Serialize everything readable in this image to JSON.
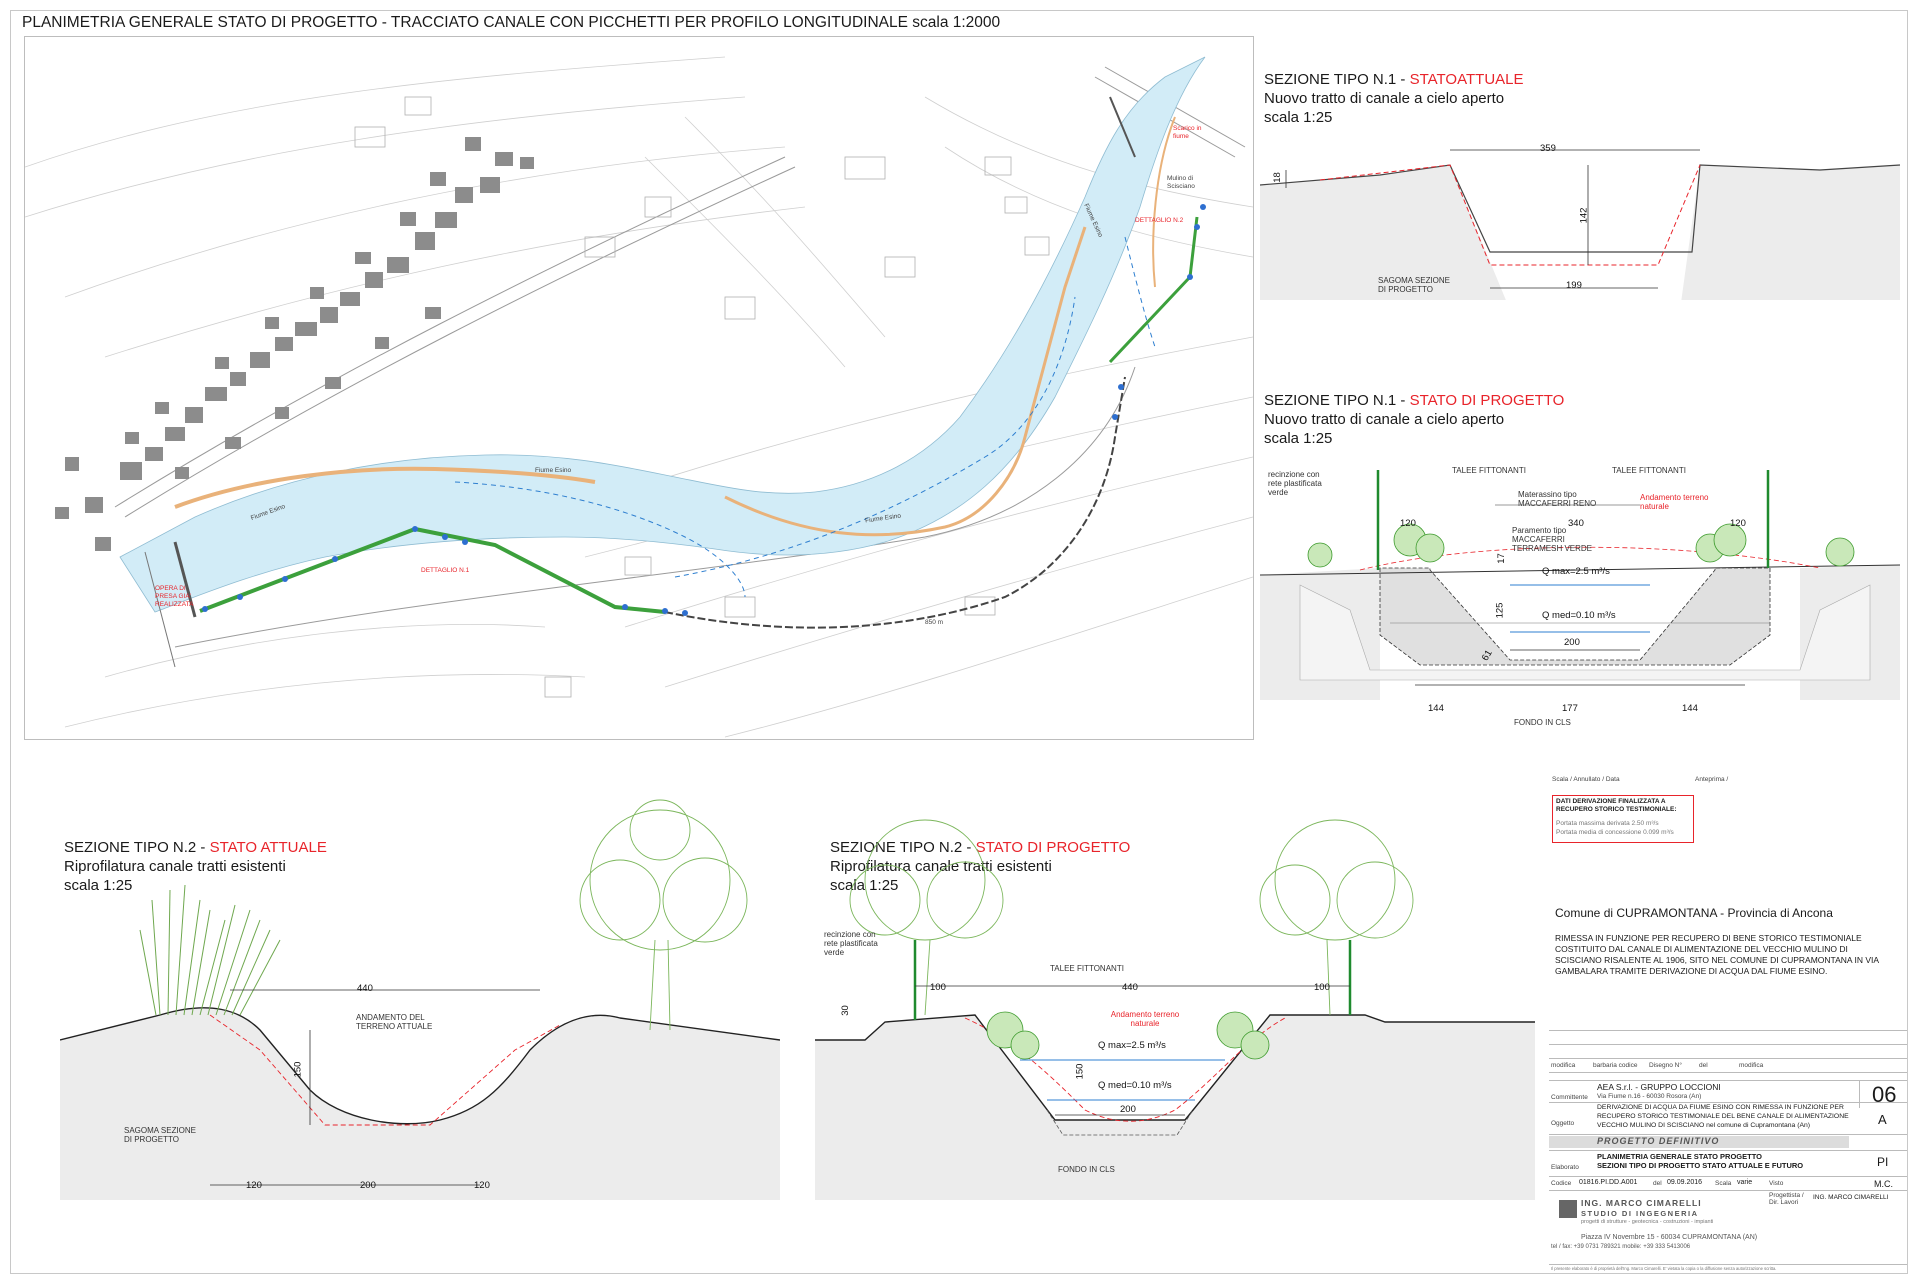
{
  "sheet": {
    "title": "PLANIMETRIA GENERALE STATO DI PROGETTO - TRACCIATO CANALE CON PICCHETTI PER PROFILO LONGITUDINALE scala 1:2000"
  },
  "plan": {
    "labels": {
      "river1": "Fiume Esino",
      "river2": "Fiume Esino",
      "river3": "Fiume Esino",
      "river4": "Fiume Esino",
      "intake": "OPERA DI PRESA GIA' REALIZZATA",
      "detail1": "DETTAGLIO N.1",
      "detail2": "DETTAGLIO N.2",
      "mill": "Mulino di Scisciano",
      "outlet": "Scarico in fiume",
      "length": "850 m"
    }
  },
  "sec1_actual": {
    "title_a": "SEZIONE TIPO N.1 - ",
    "title_b": "STATOATTUALE",
    "line2": "Nuovo tratto di canale a cielo aperto",
    "line3": "scala 1:25",
    "dim_top": "359",
    "dim_depth": "142",
    "dim_bottom": "199",
    "dim_left": "18",
    "note": "SAGOMA SEZIONE DI PROGETTO"
  },
  "sec1_project": {
    "title_a": "SEZIONE TIPO N.1 - ",
    "title_b": "STATO DI PROGETTO",
    "line2": "Nuovo tratto di canale a cielo aperto",
    "line3": "scala 1:25",
    "fence": "recinzione con rete plastificata verde",
    "talee_l": "TALEE FITTONANTI",
    "talee_r": "TALEE FITTONANTI",
    "mattress": "Materassino tipo MACCAFERRI RENO",
    "paramento": "Paramento tipo MACCAFERRI TERRAMESH VERDE",
    "terrain": "Andamento terreno naturale",
    "dim_120l": "120",
    "dim_340": "340",
    "dim_120r": "120",
    "dim_17": "17",
    "dim_125": "125",
    "dim_61": "61",
    "dim_200": "200",
    "qmax": "Q max=2.5 m³/s",
    "qmed": "Q med=0.10 m³/s",
    "dim_144l": "144",
    "dim_177": "177",
    "dim_144r": "144",
    "bottom": "FONDO IN CLS"
  },
  "sec2_actual": {
    "title_a": "SEZIONE TIPO N.2 - ",
    "title_b": "STATO ATTUALE",
    "line2": "Riprofilatura canale tratti esistenti",
    "line3": "scala 1:25",
    "dim_440": "440",
    "dim_150": "150",
    "dim_120l": "120",
    "dim_200": "200",
    "dim_120r": "120",
    "terrain": "ANDAMENTO DEL TERRENO ATTUALE",
    "project": "SAGOMA SEZIONE DI PROGETTO"
  },
  "sec2_project": {
    "title_a": "SEZIONE TIPO N.2 - ",
    "title_b": "STATO DI PROGETTO",
    "line2": "Riprofilatura canale tratti esistenti",
    "line3": "scala 1:25",
    "fence": "recinzione con rete plastificata verde",
    "talee": "TALEE FITTONANTI",
    "terrain": "Andamento terreno naturale",
    "dim_100l": "100",
    "dim_440": "440",
    "dim_100r": "100",
    "dim_30": "30",
    "dim_150": "150",
    "dim_200": "200",
    "qmax": "Q max=2.5 m³/s",
    "qmed": "Q med=0.10 m³/s",
    "bottom": "FONDO IN CLS"
  },
  "derivation": {
    "title": "DATI DERIVAZIONE FINALIZZATA A RECUPERO STORICO TESTIMONIALE:",
    "row1": "Portata massima derivata   2.50 m³/s",
    "row2": "Portata media di concessione   0.099 m³/s",
    "stamp_l": "Scala / Annullato / Data",
    "stamp_r": "Anteprima /"
  },
  "municipality": {
    "name": "Comune di CUPRAMONTANA - Provincia di Ancona",
    "desc1": "RIMESSA IN FUNZIONE PER RECUPERO DI BENE STORICO TESTIMONIALE",
    "desc2": "COSTITUITO DAL CANALE DI ALIMENTAZIONE DEL VECCHIO MULINO DI",
    "desc3": "SCISCIANO RISALENTE AL 1906, SITO NEL COMUNE DI CUPRAMONTANA IN VIA",
    "desc4": "GAMBALARA TRAMITE DERIVAZIONE DI ACQUA DAL FIUME ESINO."
  },
  "titleblock": {
    "rev_headers": [
      "modifica",
      "barbaria codice",
      "Disegno N°",
      "del",
      "modifica"
    ],
    "client_label": "Committente",
    "client": "AEA S.r.l. - GRUPPO LOCCIONI",
    "client_addr": "Via Fiume n.16 - 60030 Rosora (An)",
    "sheet_number": "06",
    "object_label": "Oggetto",
    "object1": "DERIVAZIONE DI ACQUA DA FIUME ESINO CON RIMESSA IN FUNZIONE PER",
    "object2": "RECUPERO STORICO TESTIMONIALE DEL BENE CANALE DI ALIMENTAZIONE",
    "object3": "VECCHIO MULINO DI SCISCIANO nel comune di Cupramontana (An)",
    "revision": "A",
    "phase": "PROGETTO DEFINITIVO",
    "doc_label": "Elaborato",
    "doc1": "PLANIMETRIA GENERALE STATO PROGETTO",
    "doc2": "SEZIONI TIPO DI PROGETTO STATO ATTUALE E FUTURO",
    "doc_code": "PI",
    "code_label": "Codice",
    "code": "01816.PI.DD.A001",
    "date_label": "del",
    "date": "09.09.2016",
    "scale_label": "Scala",
    "scale": "varie",
    "visto": "Visto",
    "designer_code": "M.C.",
    "designer_label": "Progettista / Dir. Lavori",
    "designer": "ING. MARCO CIMARELLI",
    "studio1": "ING. MARCO CIMARELLI",
    "studio2": "STUDIO DI INGEGNERIA",
    "studio3": "progetti di strutture - geotecnica - costruzioni - impianti",
    "addr1": "Piazza IV Novembre 15 - 60034 CUPRAMONTANA (AN)",
    "addr2": "tel / fax: +39 0731 789321     mobile: +39 333 5413006",
    "footer": "Il presente elaborato è di proprietà dell'Ing. Marco Cimarelli. E' vietata la copia o la diffusione senza autorizzazione scritta."
  }
}
